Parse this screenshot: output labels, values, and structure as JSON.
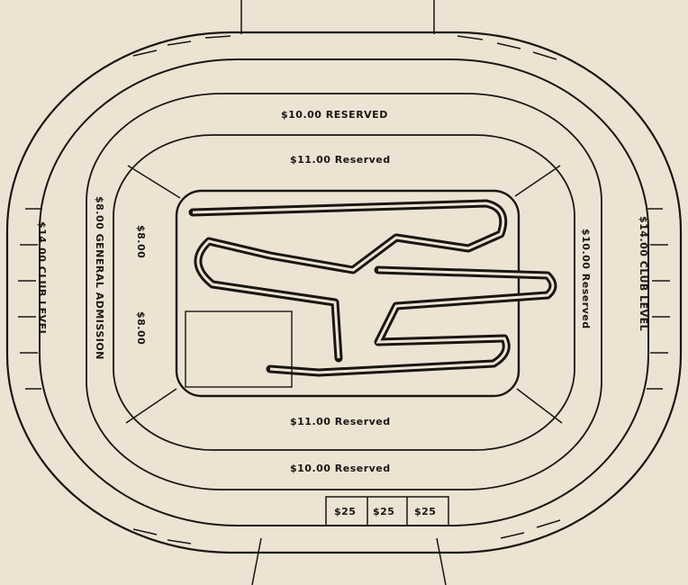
{
  "map": {
    "sections": {
      "reserved_10_top": "$10.00 RESERVED",
      "reserved_11_top": "$11.00 Reserved",
      "reserved_11_bottom": "$11.00 Reserved",
      "reserved_10_bottom": "$10.00 Reserved",
      "club_left": "$14.00 CLUB LEVEL",
      "club_right": "$14.00 CLUB LEVEL",
      "general_admission": "$8.00 GENERAL ADMISSION",
      "ga_upper": "$8.00",
      "ga_lower": "$8.00",
      "reserved_10_right": "$10.00 Reserved",
      "box_1": "$25",
      "box_2": "$25",
      "box_3": "$25"
    },
    "colors": {
      "paper": "#ece3d3",
      "ink": "#1a1612"
    }
  }
}
